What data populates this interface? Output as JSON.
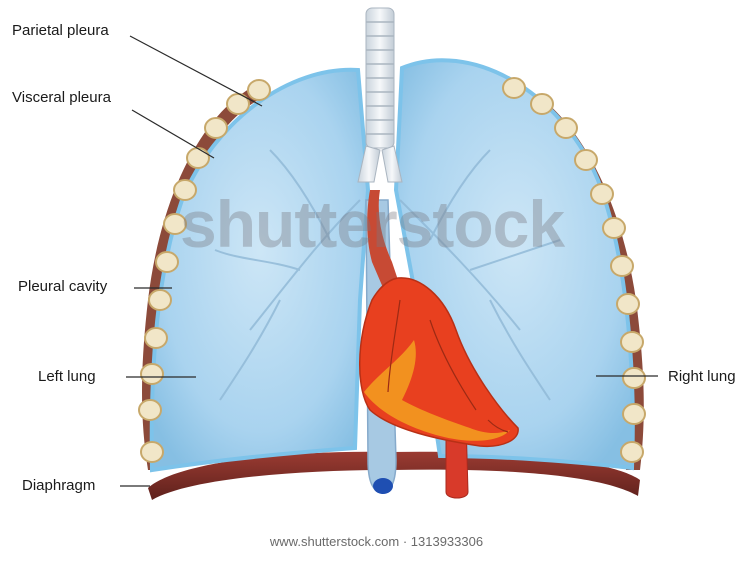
{
  "labels": {
    "parietal_pleura": "Parietal pleura",
    "visceral_pleura": "Visceral pleura",
    "pleural_cavity": "Pleural cavity",
    "left_lung": "Left lung",
    "diaphragm": "Diaphragm",
    "right_lung": "Right lung"
  },
  "watermark": "shutterstock",
  "footer": "www.shutterstock.com · 1313933306",
  "colors": {
    "lung_fill": "#a9d3ef",
    "lung_edge": "#7dc3ea",
    "chest_wall": "#8c4a3a",
    "diaphragm": "#7a2e27",
    "heart": "#e8401f",
    "heart_fat": "#f39a1f",
    "trachea": "#e9eef3",
    "vena_cava": "#a7c9e3",
    "aorta": "#d83a2a"
  }
}
